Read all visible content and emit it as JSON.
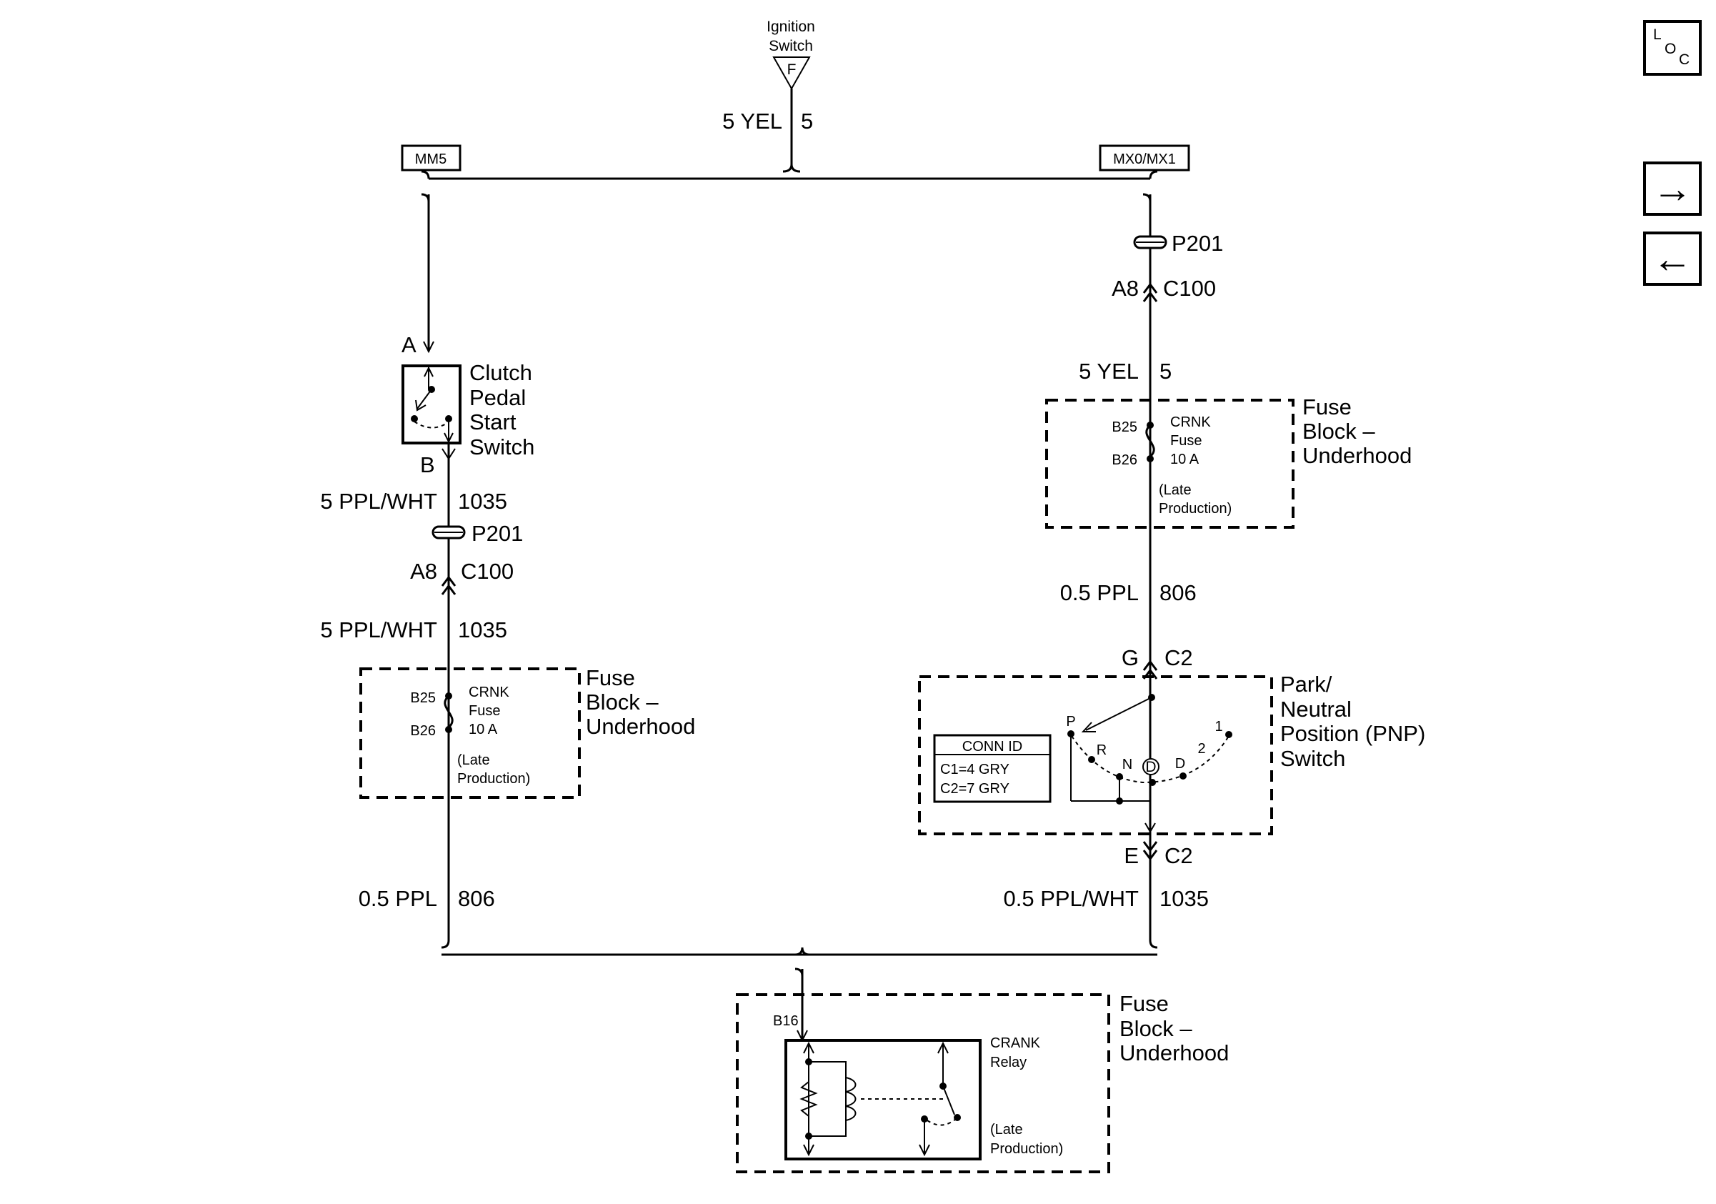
{
  "ignition": {
    "title_line1": "Ignition",
    "title_line2": "Switch",
    "terminal": "F",
    "wire": "5 YEL",
    "circuit": "5"
  },
  "options": {
    "left": "MM5",
    "right": "MX0/MX1"
  },
  "left_branch": {
    "connector_top": "A",
    "connector_bottom": "B",
    "switch_line1": "Clutch",
    "switch_line2": "Pedal",
    "switch_line3": "Start",
    "switch_line4": "Switch",
    "wire1": "5 PPL/WHT",
    "circuit1": "1035",
    "splice": "P201",
    "pin": "A8",
    "connector": "C100",
    "wire2": "5 PPL/WHT",
    "circuit2": "1035",
    "wire3": "0.5 PPL",
    "circuit3": "806"
  },
  "fuse_left": {
    "pin_in": "B25",
    "pin_out": "B26",
    "name1": "CRNK",
    "name2": "Fuse",
    "rating": "10 A",
    "note1": "(Late",
    "note2": "Production)",
    "block1": "Fuse",
    "block2": "Block –",
    "block3": "Underhood"
  },
  "right_branch": {
    "splice": "P201",
    "pin": "A8",
    "connector": "C100",
    "wire1": "5 YEL",
    "circuit1": "5",
    "wire2": "0.5 PPL",
    "circuit2": "806",
    "pin_g": "G",
    "conn_g": "C2",
    "pin_e": "E",
    "conn_e": "C2",
    "wire3": "0.5 PPL/WHT",
    "circuit3": "1035"
  },
  "fuse_right": {
    "pin_in": "B25",
    "pin_out": "B26",
    "name1": "CRNK",
    "name2": "Fuse",
    "rating": "10 A",
    "note1": "(Late",
    "note2": "Production)",
    "block1": "Fuse",
    "block2": "Block –",
    "block3": "Underhood"
  },
  "pnp": {
    "name1": "Park/",
    "name2": "Neutral",
    "name3": "Position (PNP)",
    "name4": "Switch",
    "conn_title": "CONN ID",
    "conn1": "C1=4 GRY",
    "conn2": "C2=7 GRY",
    "pos_p": "P",
    "pos_r": "R",
    "pos_n": "N",
    "pos_od": "D",
    "pos_d": "D",
    "pos_2": "2",
    "pos_1": "1"
  },
  "relay": {
    "pin": "B16",
    "name1": "CRANK",
    "name2": "Relay",
    "note1": "(Late",
    "note2": "Production)",
    "block1": "Fuse",
    "block2": "Block –",
    "block3": "Underhood"
  },
  "nav": {
    "loc_l": "L",
    "loc_o": "O",
    "loc_c": "C",
    "next": "→",
    "prev": "←"
  }
}
